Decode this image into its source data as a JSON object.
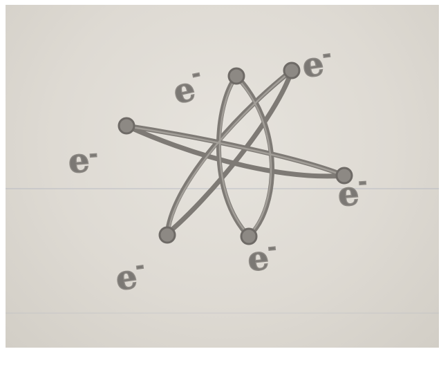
{
  "diagram": {
    "paper_color": "#dfdbd4",
    "ink_color": "#7a7672",
    "labels": [
      {
        "name": "electron-label-top-left",
        "base": "e",
        "sup": "-"
      },
      {
        "name": "electron-label-top-right",
        "base": "e",
        "sup": "-"
      },
      {
        "name": "electron-label-left",
        "base": "e",
        "sup": "-"
      },
      {
        "name": "electron-label-right",
        "base": "e",
        "sup": "-"
      },
      {
        "name": "electron-label-bottom-center",
        "base": "e",
        "sup": "-"
      },
      {
        "name": "electron-label-bottom-left",
        "base": "e",
        "sup": "-"
      }
    ]
  }
}
